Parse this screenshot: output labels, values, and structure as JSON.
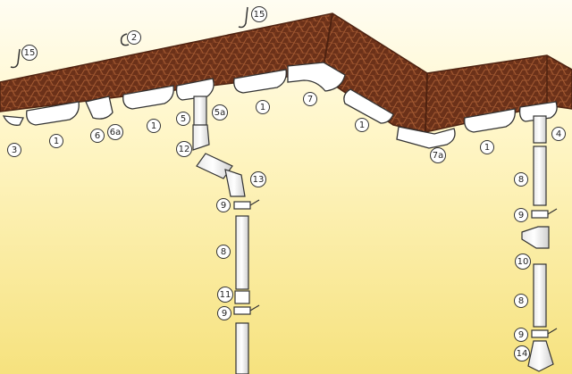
{
  "colors": {
    "sky_top": "#fffdf2",
    "sky_bottom": "#f6e27e",
    "roof": "#7a3a1e",
    "roof_dark": "#4e2210",
    "shingle_line": "#a45a32",
    "gutter": "#ffffff",
    "outline": "#333333"
  },
  "labels": [
    {
      "id": "l-3",
      "text": "3"
    },
    {
      "id": "l-1a",
      "text": "1"
    },
    {
      "id": "l-6",
      "text": "6"
    },
    {
      "id": "l-6a",
      "text": "6a"
    },
    {
      "id": "l-1b",
      "text": "1"
    },
    {
      "id": "l-5",
      "text": "5"
    },
    {
      "id": "l-5a",
      "text": "5a"
    },
    {
      "id": "l-1c",
      "text": "1"
    },
    {
      "id": "l-7",
      "text": "7"
    },
    {
      "id": "l-1d",
      "text": "1"
    },
    {
      "id": "l-7a",
      "text": "7a"
    },
    {
      "id": "l-1e",
      "text": "1"
    },
    {
      "id": "l-4",
      "text": "4"
    },
    {
      "id": "l-12",
      "text": "12"
    },
    {
      "id": "l-13",
      "text": "13"
    },
    {
      "id": "l-9a",
      "text": "9"
    },
    {
      "id": "l-8a",
      "text": "8"
    },
    {
      "id": "l-11",
      "text": "11"
    },
    {
      "id": "l-9b",
      "text": "9"
    },
    {
      "id": "l-8b",
      "text": "8"
    },
    {
      "id": "l-9c",
      "text": "9"
    },
    {
      "id": "l-10",
      "text": "10"
    },
    {
      "id": "l-8c",
      "text": "8"
    },
    {
      "id": "l-9d",
      "text": "9"
    },
    {
      "id": "l-14",
      "text": "14"
    },
    {
      "id": "l-15a",
      "text": "15"
    },
    {
      "id": "l-2",
      "text": "2"
    },
    {
      "id": "l-15b",
      "text": "15"
    }
  ]
}
